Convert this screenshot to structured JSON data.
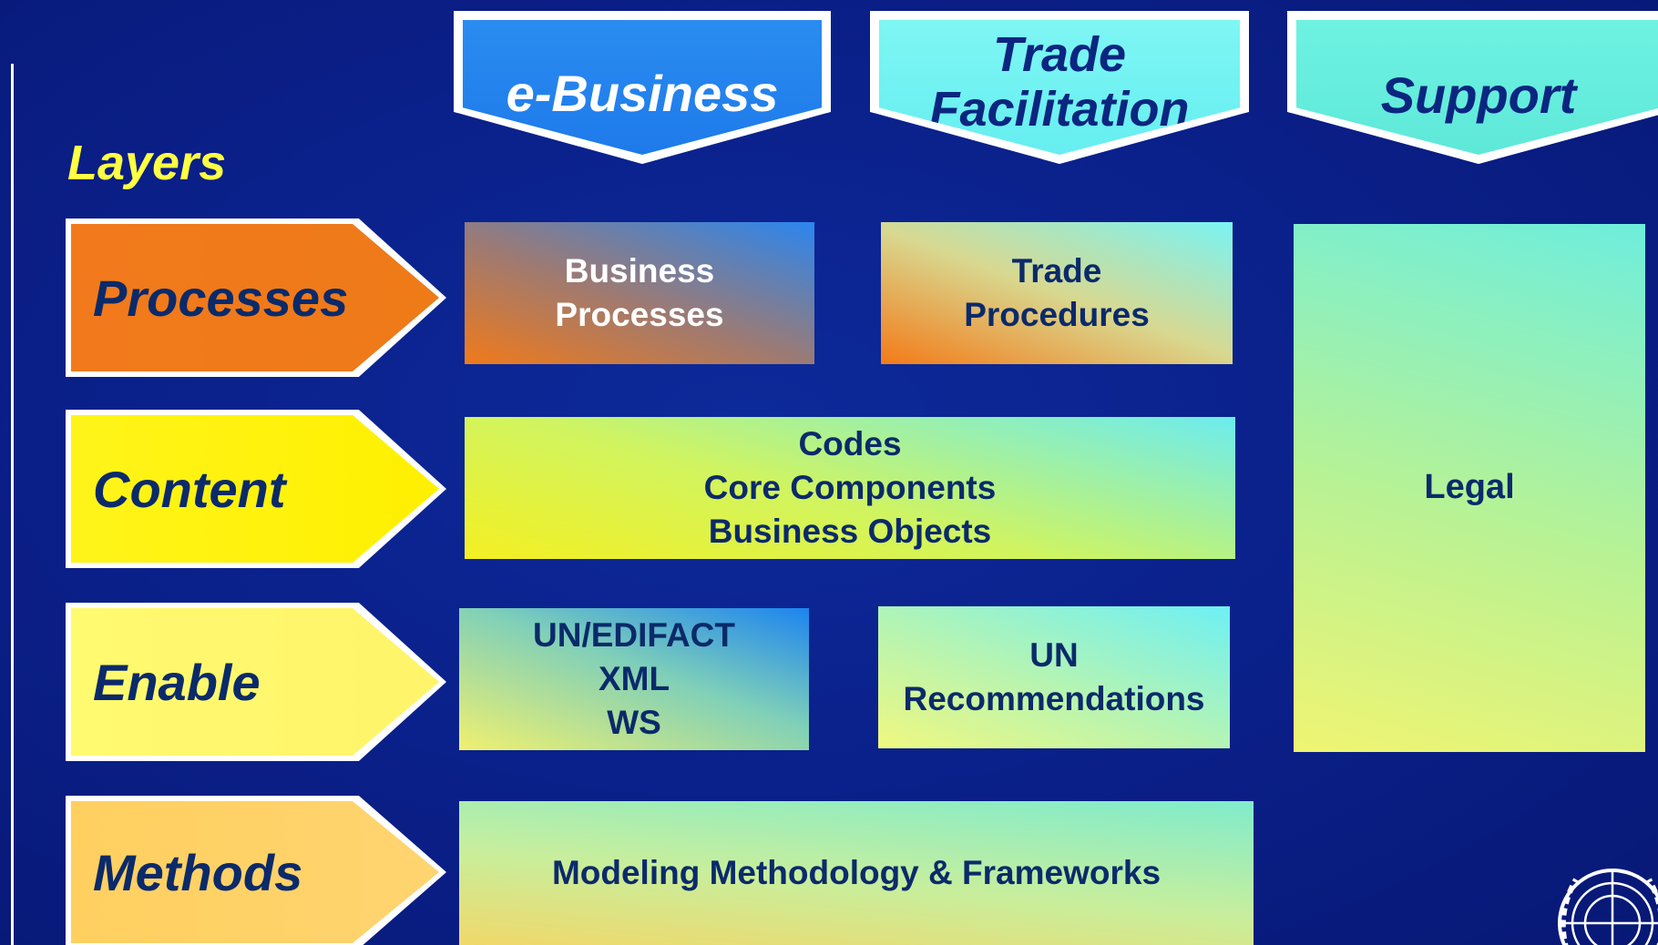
{
  "layers_title": "Layers",
  "columns": {
    "ebusiness": "e-Business",
    "trade_facilitation": "Trade\nFacilitation",
    "support": "Support"
  },
  "rows": {
    "processes": "Processes",
    "content": "Content",
    "enable": "Enable",
    "methods": "Methods"
  },
  "boxes": {
    "business_processes": "Business\nProcesses",
    "trade_procedures": "Trade\nProcedures",
    "content_main": "Codes\nCore Components\nBusiness Objects",
    "enable_tech": "UN/EDIFACT\nXML\nWS",
    "un_recommendations": "UN\nRecommendations",
    "legal": "Legal",
    "methods": "Modeling Methodology & Frameworks"
  },
  "colors": {
    "background": "#0a1f88",
    "layers_title": "#ffff44",
    "processes": "#f07a1a",
    "content": "#fff000",
    "enable": "#fff46a",
    "methods": "#ffd060",
    "ebusiness": "#2a8cf0",
    "trade_facilitation": "#7ef6f4",
    "support": "#6ef2e2"
  },
  "icons": {
    "emblem": "un-emblem-icon"
  }
}
